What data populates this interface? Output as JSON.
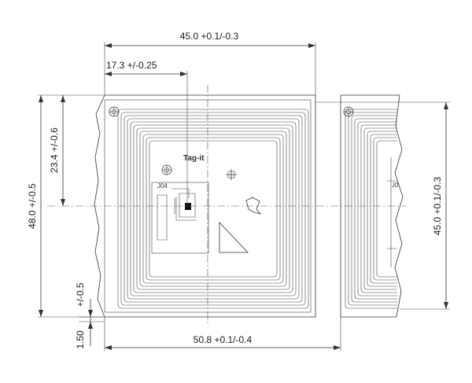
{
  "dimensions": {
    "top_width": "45.0 +0.1/-0.3",
    "offset_x": "17.3 +/-0.25",
    "offset_y": "23.4 +/-0.6",
    "left_height": "48.0 +/-0.5",
    "right_height": "45.0 +0.1/-0.3",
    "bottom_pitch": "50.8 +0.1/-0.4",
    "gap_tol": "+/-0.5",
    "gap": "1.50"
  },
  "labels": {
    "brand": "Tag-it",
    "chip_main": "J04",
    "chip_next": "J0"
  },
  "colors": {
    "line": "#333333",
    "text": "#1a1a1a",
    "background": "#ffffff"
  }
}
